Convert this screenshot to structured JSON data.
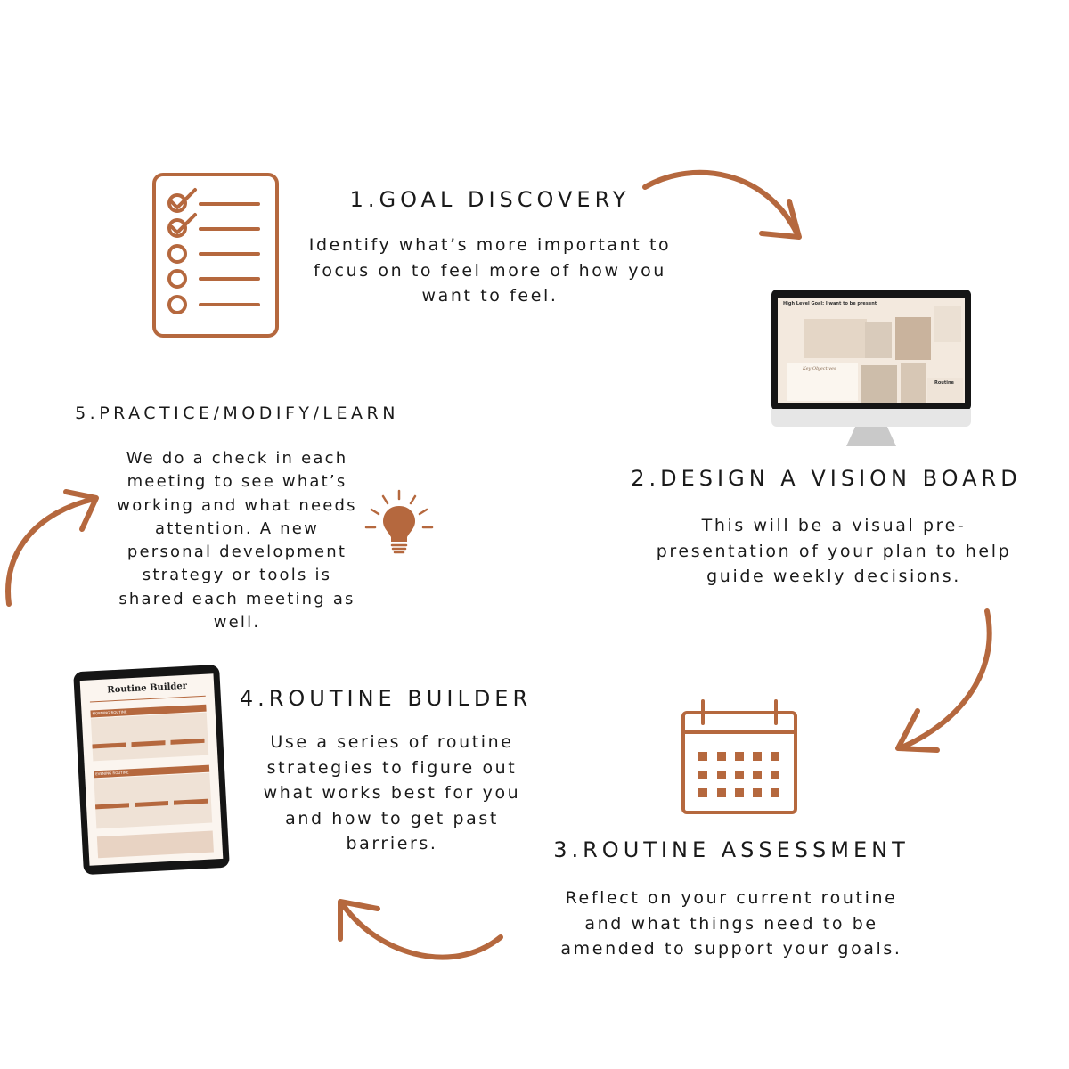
{
  "colors": {
    "accent": "#b5683e",
    "text": "#1a1a1a",
    "screen_bg": "#f3e9de",
    "device_frame": "#151515",
    "monitor_stand": "#c9c9c9"
  },
  "steps": [
    {
      "title": "1.GOAL DISCOVERY",
      "lines": [
        "Identify what’s more important to",
        "focus on to feel more of how you",
        "want to feel."
      ],
      "icon": "checklist-icon"
    },
    {
      "title": "2.DESIGN A VISION BOARD",
      "lines": [
        "This will be a visual pre-",
        "presentation of your plan to help",
        "guide weekly decisions."
      ],
      "icon": "monitor-icon"
    },
    {
      "title": "3.ROUTINE ASSESSMENT",
      "lines": [
        "Reflect on your current routine",
        "and what things need to be",
        "amended to support your goals."
      ],
      "icon": "calendar-icon"
    },
    {
      "title": "4.ROUTINE BUILDER",
      "lines": [
        "Use a series of routine",
        "strategies to figure out",
        "what works best for you",
        "and how to get past",
        "barriers."
      ],
      "icon": "tablet-icon"
    },
    {
      "title": "5.PRACTICE/MODIFY/LEARN",
      "lines": [
        "We do a check in each",
        "meeting to see what’s",
        "working and what needs",
        "attention. A new",
        "personal development",
        "strategy or tools is",
        "shared each meeting as",
        "well."
      ],
      "icon": "lightbulb-icon"
    }
  ],
  "monitor_screen": {
    "headline": "High Level Goal: I want to be present",
    "objectives_label": "Key Objectives",
    "routine_label": "Routine"
  },
  "tablet_screen": {
    "title": "Routine Builder",
    "morning_label": "MORNING ROUTINE",
    "evening_label": "EVENING ROUTINE"
  }
}
